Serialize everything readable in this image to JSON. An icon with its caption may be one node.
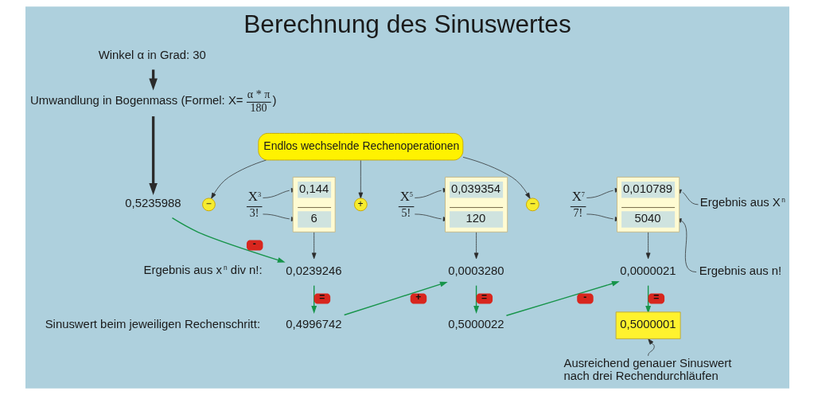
{
  "diagram": {
    "title": "Berechnung des Sinuswertes",
    "nodes": [
      {
        "text": [
          "Winkel α in Grad: 30"
        ]
      },
      {
        "text": [
          "Umwandlung in Bogenmass (Formel: X=",
          "α * π",
          "180",
          ")"
        ]
      },
      {
        "text": [
          "Endlos wechselnde Rechenoperationen"
        ]
      },
      {
        "text": [
          "0,5235988"
        ]
      },
      {
        "text": [
          "−"
        ]
      },
      {
        "text": [
          "X$^{3}$",
          "3!"
        ]
      },
      {
        "text": [
          "0,144",
          "6"
        ]
      },
      {
        "text": [
          "+"
        ]
      },
      {
        "text": [
          "X$^{5}$",
          "5!"
        ]
      },
      {
        "text": [
          "0,039354",
          "120"
        ]
      },
      {
        "text": [
          "−"
        ]
      },
      {
        "text": [
          "X$^{7}$",
          "7!"
        ]
      },
      {
        "text": [
          "0,010789",
          "5040"
        ]
      },
      {
        "text": [
          "Ergebnis aus X$^{n}$"
        ]
      },
      {
        "text": [
          "Ergebnis aus n!"
        ]
      },
      {
        "text": [
          "0,0239246"
        ]
      },
      {
        "text": [
          "0,0003280"
        ]
      },
      {
        "text": [
          "0,0000021"
        ]
      },
      {
        "text": [
          "0,4996742"
        ]
      },
      {
        "text": [
          "0,5000022"
        ]
      },
      {
        "text": [
          "0,5000001"
        ]
      },
      {
        "text": [
          "Ausreichend genauer Sinuswert nach drei Rechendurchläufen"
        ]
      }
    ],
    "edges": [
      {
        "from": 0,
        "to": 1,
        "arrow": "to",
        "style": "thick"
      },
      {
        "from": 1,
        "to": 3,
        "arrow": "to",
        "style": "thick"
      },
      {
        "from": 2,
        "to": 4,
        "arrow": "to"
      },
      {
        "from": 2,
        "to": 7,
        "arrow": "to"
      },
      {
        "from": 2,
        "to": 10,
        "arrow": "to"
      },
      {
        "from": 5,
        "to": 6,
        "arrow": "to"
      },
      {
        "from": 5,
        "to": 6,
        "arrow": "to"
      },
      {
        "from": 8,
        "to": 9,
        "arrow": "to"
      },
      {
        "from": 8,
        "to": 9,
        "arrow": "to"
      },
      {
        "from": 11,
        "to": 12,
        "arrow": "to"
      },
      {
        "from": 11,
        "to": 12,
        "arrow": "to"
      },
      {
        "from": 13,
        "to": 12,
        "arrow": "to"
      },
      {
        "from": 14,
        "to": 12,
        "arrow": "to"
      },
      {
        "from": 6,
        "to": 15,
        "arrow": "to"
      },
      {
        "from": 9,
        "to": 16,
        "arrow": "to"
      },
      {
        "from": 12,
        "to": 17,
        "arrow": "to"
      },
      {
        "from": 3,
        "to": 15,
        "arrow": "to",
        "label": "-",
        "color": "#17944a"
      },
      {
        "from": 15,
        "to": 18,
        "arrow": "to",
        "label": "=",
        "color": "#17944a"
      },
      {
        "from": 18,
        "to": 16,
        "arrow": "to",
        "label": "+",
        "color": "#17944a"
      },
      {
        "from": 16,
        "to": 19,
        "arrow": "to",
        "label": "=",
        "color": "#17944a"
      },
      {
        "from": 19,
        "to": 17,
        "arrow": "to",
        "label": "-",
        "color": "#17944a"
      },
      {
        "from": 17,
        "to": 20,
        "arrow": "to",
        "label": "=",
        "color": "#17944a"
      },
      {
        "from": 21,
        "to": 20,
        "arrow": "to"
      }
    ],
    "labels": [
      "Ergebnis aus x$^{n}$ div n!:",
      "Sinuswert beim jeweiligen Rechenschritt:"
    ]
  }
}
